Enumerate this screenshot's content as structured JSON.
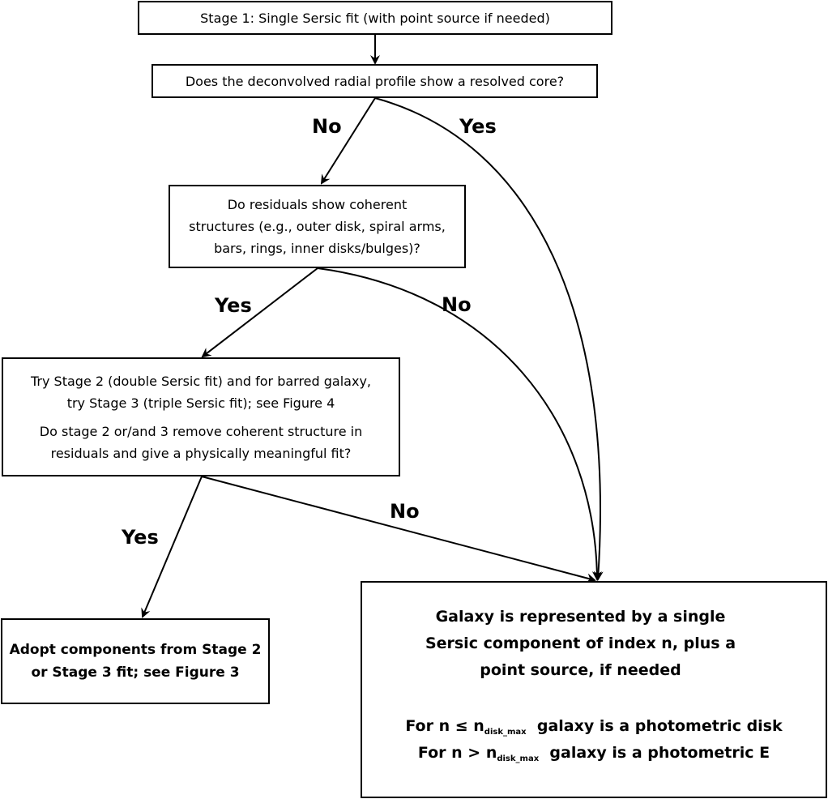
{
  "nodes": {
    "stage1": "Stage 1: Single Sersic fit (with point source if needed)",
    "resolved_core": "Does the deconvolved radial profile show a resolved core?",
    "residuals": [
      "Do residuals show coherent",
      "structures (e.g., outer disk, spiral arms,",
      "bars, rings, inner disks/bulges)?"
    ],
    "stage23": {
      "try": [
        "Try Stage 2 (double Sersic fit) and for barred galaxy,",
        "try Stage 3 (triple Sersic fit); see Figure 4"
      ],
      "question": [
        "Do stage 2 or/and 3 remove coherent structure in",
        "residuals and give a physically meaningful fit?"
      ]
    },
    "adopt": [
      "Adopt components from Stage 2",
      "or Stage 3 fit; see Figure 3"
    ],
    "single": {
      "lines": [
        "Galaxy is represented by a single",
        "Sersic component of index n, plus a",
        "point source, if needed"
      ],
      "disk_rule": {
        "pre": "For n ≤ n",
        "sub": "disk_max",
        "post": "galaxy is a photometric disk"
      },
      "e_rule": {
        "pre": "For n > n",
        "sub": "disk_max",
        "post": "galaxy is a photometric E"
      }
    }
  },
  "edges": {
    "core_no": "No",
    "core_yes": "Yes",
    "residuals_yes": "Yes",
    "residuals_no": "No",
    "stage23_yes": "Yes",
    "stage23_no": "No"
  }
}
